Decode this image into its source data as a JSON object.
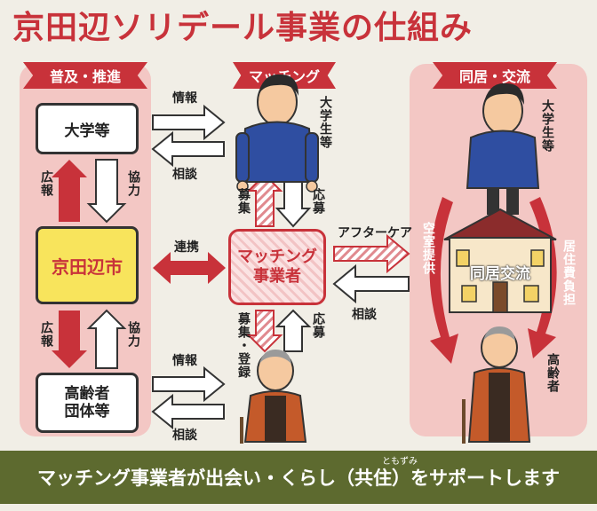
{
  "title": "京田辺ソリデール事業の仕組み",
  "sections": {
    "left": "普及・推進",
    "middle": "マッチング",
    "right": "同居・交流"
  },
  "boxes": {
    "university": "大学等",
    "kyotanabe": "京田辺市",
    "elderly_1": "高齢者",
    "elderly_2": "団体等"
  },
  "left_arrows": {
    "koho_top": "広報",
    "kyoryoku_top": "協力",
    "koho_bottom": "広報",
    "kyoryoku_bottom": "協力"
  },
  "middle_labels": {
    "joho_top": "情報",
    "sodan_top": "相談",
    "renkei": "連携",
    "joho_bottom": "情報",
    "sodan_bottom": "相談",
    "boshu_top": "募集",
    "obo_top": "応募",
    "boshu_toroku": "募集・登録",
    "obo_bottom": "応募",
    "after_care": "アフターケア",
    "sodan_right": "相談"
  },
  "matcher": {
    "line1": "マッチング",
    "line2": "事業者"
  },
  "people": {
    "student_mid": "大学生等",
    "student_right": "大学生等",
    "elder_right": "高齢者"
  },
  "right_labels": {
    "akishitsu": "空室提供",
    "kyojuhi": "居住費負担",
    "house": "同居交流"
  },
  "bottom": {
    "text": "マッチング事業者が出会い・くらし（共住）をサポートします",
    "ruby": "ともずみ"
  },
  "colors": {
    "accent": "#c8323a",
    "panel": "#f3c7c4",
    "highlight": "#f8e45c",
    "bottom_bar": "#5d6a2f"
  }
}
